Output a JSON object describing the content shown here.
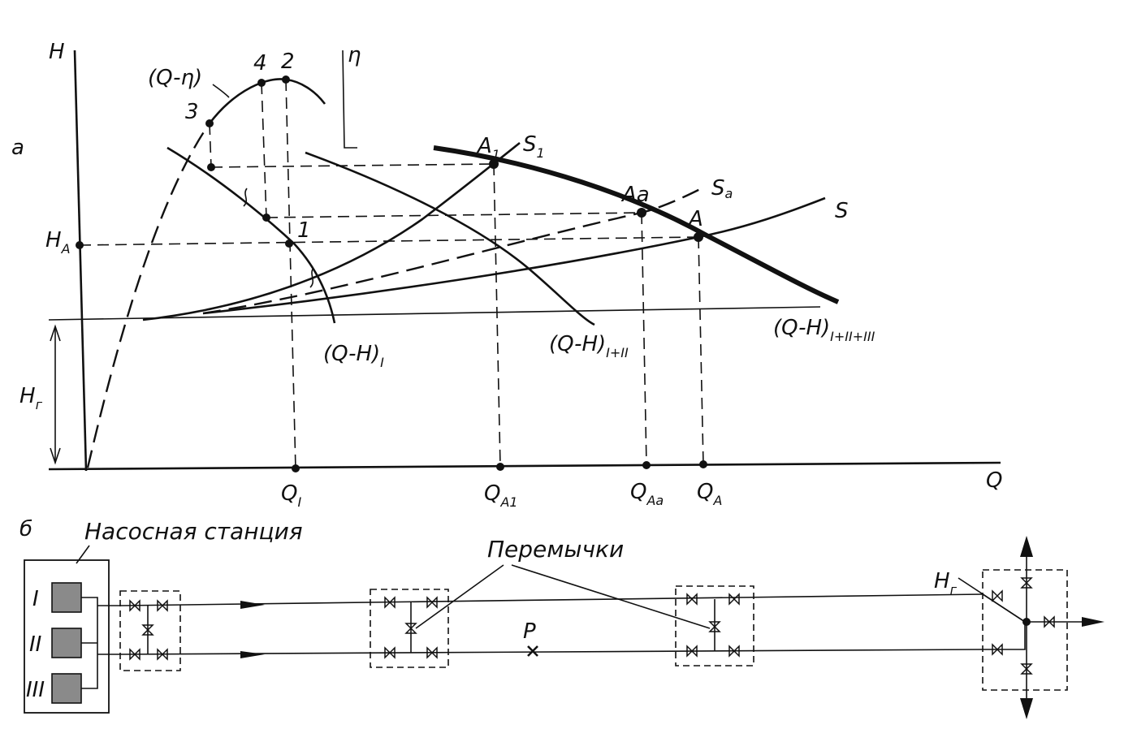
{
  "figure": {
    "part_a_label": "а",
    "part_b_label": "б",
    "axes": {
      "y_label": "H",
      "x_label": "Q",
      "eta_label": "η",
      "h_a_label": "H",
      "h_a_sub": "A",
      "h_g_label": "H",
      "h_g_sub": "г"
    },
    "curves": {
      "q_eta": "(Q-η)",
      "q_h_1": "(Q-H)",
      "q_h_1_sub": "I",
      "q_h_12": "(Q-H)",
      "q_h_12_sub": "I+II",
      "q_h_123": "(Q-H)",
      "q_h_123_sub": "I+II+III"
    },
    "system_curves": {
      "s1": "S",
      "s1_sub": "1",
      "sa": "S",
      "sa_sub": "a",
      "s": "S"
    },
    "points": {
      "p1": "1",
      "p2": "2",
      "p3": "3",
      "p4": "4",
      "a1": "A",
      "a1_sub": "1",
      "aa": "Aa",
      "a": "A"
    },
    "x_ticks": {
      "qi": "Q",
      "qi_sub": "I",
      "qa1": "Q",
      "qa1_sub": "A1",
      "qaa": "Q",
      "qaa_sub": "Aa",
      "qa": "Q",
      "qa_sub": "A"
    },
    "scheme": {
      "station_title": "Насосная станция",
      "pump_1": "I",
      "pump_2": "II",
      "pump_3": "III",
      "jumpers": "Перемычки",
      "point_p": "P",
      "hg_label": "H",
      "hg_sub": "г"
    }
  }
}
